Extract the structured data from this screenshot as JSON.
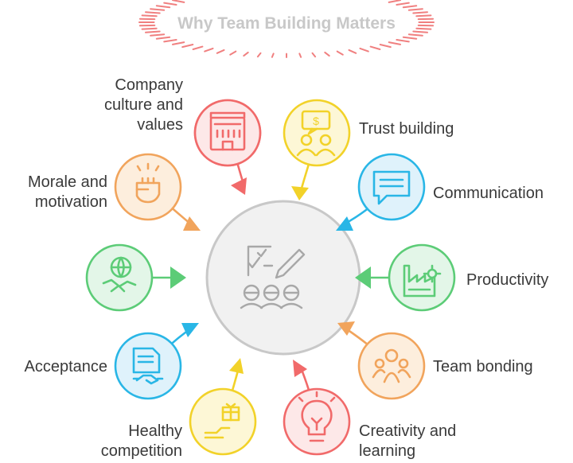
{
  "title": "Why Team Building Matters",
  "center": {
    "icon": "team-planning-icon",
    "color": "#c8c8c8",
    "fill": "#f1f1f1"
  },
  "nodes": [
    {
      "id": "company-culture",
      "lines": [
        "Company",
        "culture and",
        "values"
      ],
      "icon": "office-building-icon",
      "color": "#f16a6a"
    },
    {
      "id": "trust-building",
      "lines": [
        "Trust building"
      ],
      "icon": "money-people-icon",
      "color": "#f2d229"
    },
    {
      "id": "communication",
      "lines": [
        "Communication"
      ],
      "icon": "chat-bubble-icon",
      "color": "#29b6e6"
    },
    {
      "id": "productivity",
      "lines": [
        "Productivity"
      ],
      "icon": "factory-gear-icon",
      "color": "#5ccc77"
    },
    {
      "id": "team-bonding",
      "lines": [
        "Team bonding"
      ],
      "icon": "people-group-icon",
      "color": "#f1a45c"
    },
    {
      "id": "creativity",
      "lines": [
        "Creativity and",
        "learning"
      ],
      "icon": "lightbulb-icon",
      "color": "#f16a6a"
    },
    {
      "id": "healthy-competition",
      "lines": [
        "Healthy",
        "competition"
      ],
      "icon": "gift-podium-icon",
      "color": "#f2d229"
    },
    {
      "id": "acceptance",
      "lines": [
        "Acceptance"
      ],
      "icon": "agreement-handshake-icon",
      "color": "#29b6e6"
    },
    {
      "id": "collaboration",
      "lines": [],
      "icon": "globe-handshake-icon",
      "color": "#5ccc77"
    },
    {
      "id": "morale",
      "lines": [
        "Morale and",
        "motivation"
      ],
      "icon": "raised-fist-icon",
      "color": "#f1a45c"
    }
  ]
}
